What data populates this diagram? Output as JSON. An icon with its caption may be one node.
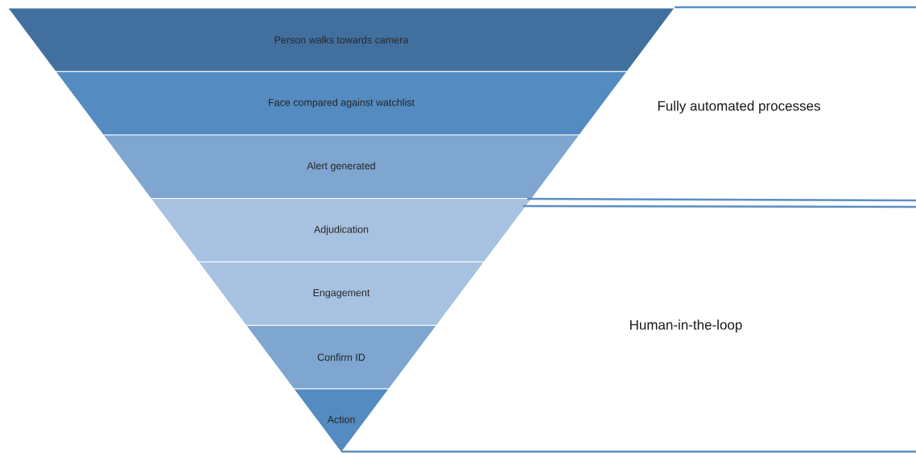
{
  "diagram": {
    "nodes": [
      {
        "text": [
          "Person walks towards camera"
        ]
      },
      {
        "text": [
          "Face compared against watchlist"
        ]
      },
      {
        "text": [
          "Alert generated"
        ]
      },
      {
        "text": [
          "Adjudication"
        ]
      },
      {
        "text": [
          "Engagement"
        ]
      },
      {
        "text": [
          "Confirm  ID"
        ]
      },
      {
        "text": [
          "Action"
        ]
      }
    ],
    "labels": [
      "Fully automated processes",
      "Human-in-the-loop"
    ]
  }
}
